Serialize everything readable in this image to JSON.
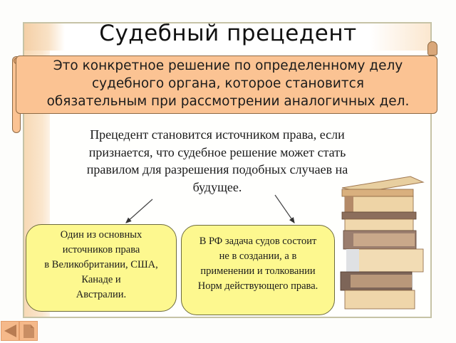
{
  "slide": {
    "title": "Судебный прецедент",
    "definition": {
      "lines": [
        "Это конкретное решение по определенному делу",
        "судебного органа, которое становится",
        "обязательным при рассмотрении аналогичных дел."
      ]
    },
    "explanation": {
      "lines": [
        "Прецедент становится источником права, если",
        "признается, что судебное решение может стать",
        "правилом для разрешения подобных случаев на",
        "будущее."
      ]
    },
    "notes": [
      {
        "lines": [
          "Один из основных",
          "источников права",
          "в Великобритании, США,",
          "Канаде и",
          "Австралии."
        ]
      },
      {
        "lines": [
          "В РФ задача судов состоит",
          "не в создании, а в",
          "применении и толковании",
          "Норм действующего права."
        ]
      }
    ],
    "image": "stack-of-books-icon"
  },
  "navigation": {
    "prev_icon": "triangle-left-icon",
    "doc_icon": "document-icon"
  },
  "colors": {
    "scroll_fill": "#fbc393",
    "note_fill": "#fdf88f",
    "frame_border": "#c6c3a6",
    "nav_fill": "#f5b98a"
  }
}
